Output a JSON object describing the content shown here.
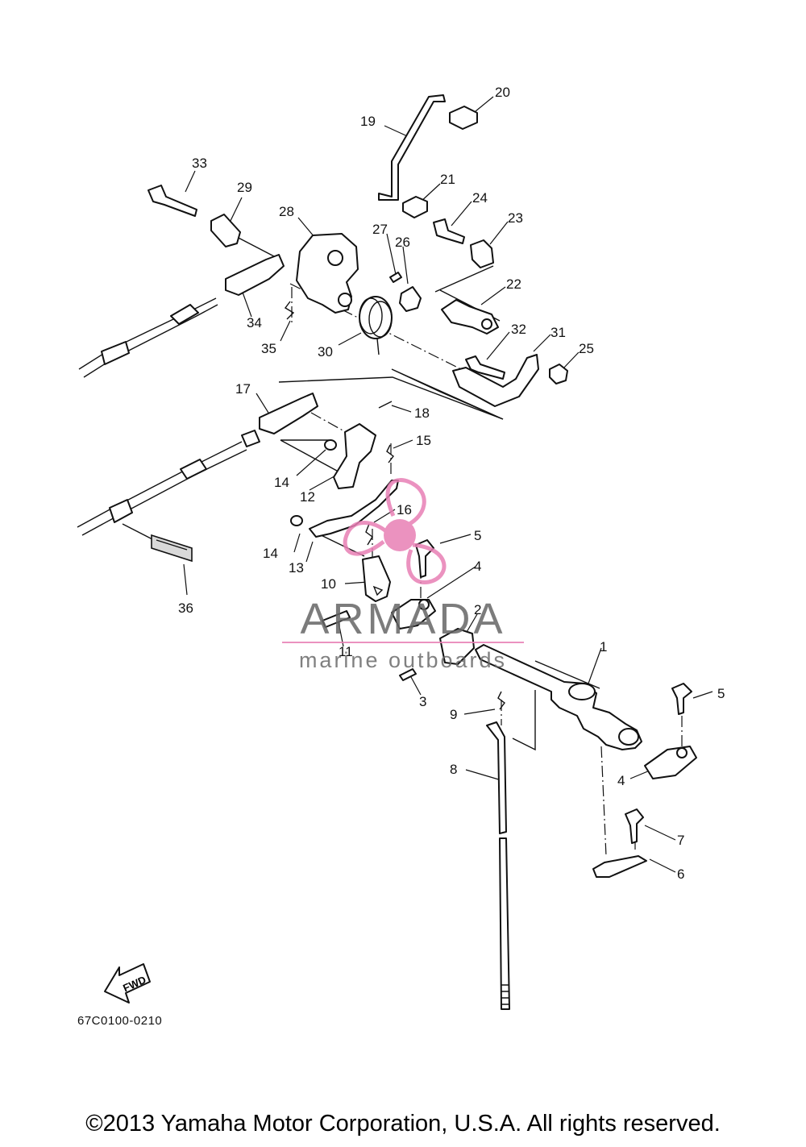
{
  "diagram": {
    "code": "67C0100-0210",
    "copyright": "©2013 Yamaha Motor Corporation, U.S.A. All rights reserved.",
    "fwd_label": "FWD",
    "callouts": [
      "1",
      "2",
      "3",
      "4",
      "4",
      "5",
      "5",
      "6",
      "7",
      "8",
      "9",
      "10",
      "11",
      "12",
      "13",
      "14",
      "14",
      "15",
      "16",
      "17",
      "18",
      "19",
      "20",
      "21",
      "22",
      "23",
      "24",
      "25",
      "26",
      "27",
      "28",
      "29",
      "30",
      "31",
      "32",
      "33",
      "34",
      "35",
      "36"
    ]
  },
  "watermark": {
    "brand": "ARMADA",
    "tagline": "marine outboards",
    "color": "#e87fb5"
  }
}
